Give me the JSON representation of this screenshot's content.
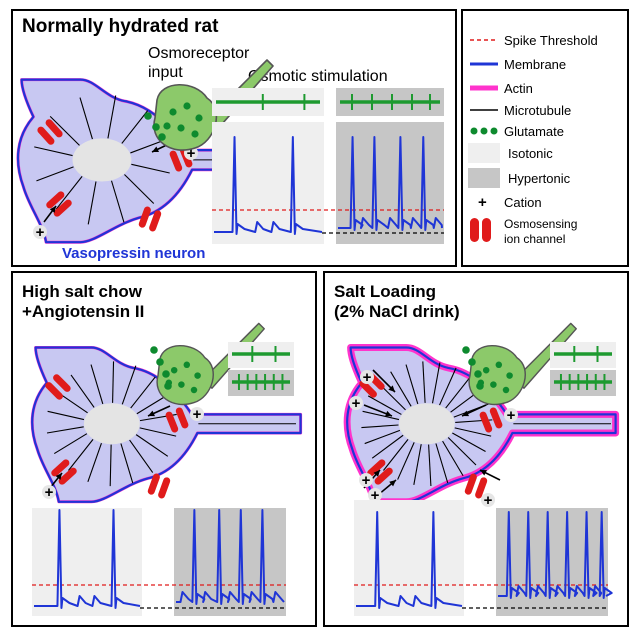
{
  "panels": {
    "normal": {
      "title": "Normally hydrated rat",
      "osmo_input": [
        "Osmoreceptor",
        "input"
      ],
      "stimulation_label": "Osmotic stimulation",
      "neuron_label": "Vasopressin neuron"
    },
    "high_salt": {
      "title_lines": [
        "High salt chow",
        "+Angiotensin II"
      ]
    },
    "salt_loading": {
      "title_lines": [
        "Salt Loading",
        "(2% NaCl drink)"
      ]
    }
  },
  "legend": {
    "spike_threshold": "Spike Threshold",
    "membrane": "Membrane",
    "actin": "Actin",
    "microtubule": "Microtubule",
    "glutamate": "Glutamate",
    "isotonic": "Isotonic",
    "hypertonic": "Hypertonic",
    "cation": "Cation",
    "osmosensing": [
      "Osmosensing",
      "ion channel"
    ]
  },
  "symbols": {
    "cation": "+"
  },
  "colors": {
    "membrane": "#1f35d6",
    "actin": "#ff33cc",
    "soma_fill": "#c8c8f2",
    "nucleus": "#e4e4e4",
    "channel": "#e01b1b",
    "glutamate": "#0e8a2e",
    "osmoreceptor": "#8cc96a",
    "green_trace": "#1e9a30",
    "isotonic_bg": "#efefef",
    "hypertonic_bg": "#c6c6c6",
    "threshold": "#e01b1b",
    "osmo_label": "#1a7a2a",
    "stim_label": "#8a8a8a"
  }
}
